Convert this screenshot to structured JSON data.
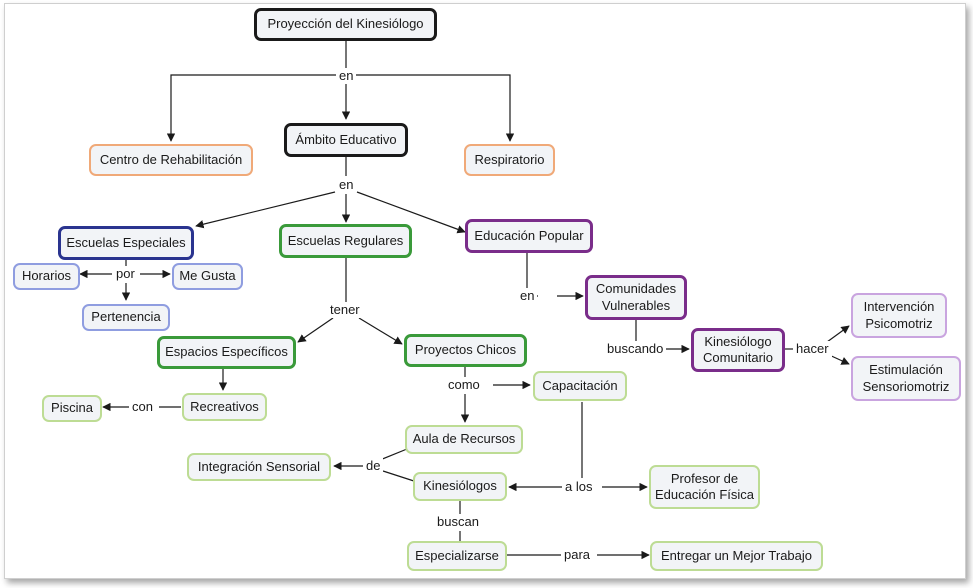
{
  "nodes": {
    "proyeccion": "Proyección del Kinesiólogo",
    "ambito": "Ámbito Educativo",
    "centro": "Centro de Rehabilitación",
    "respiratorio": "Respiratorio",
    "esc_especiales": "Escuelas Especiales",
    "esc_regulares": "Escuelas Regulares",
    "educ_popular": "Educación Popular",
    "horarios": "Horarios",
    "me_gusta": "Me Gusta",
    "pertenencia": "Pertenencia",
    "comunidades": "Comunidades\nVulnerables",
    "kine_comunitario": "Kinesiólogo\nComunitario",
    "intervencion": "Intervención\nPsicomotriz",
    "estimulacion": "Estimulación\nSensoriomotriz",
    "espacios": "Espacios Específicos",
    "proyectos": "Proyectos Chicos",
    "recreativos": "Recreativos",
    "piscina": "Piscina",
    "capacitacion": "Capacitación",
    "aula": "Aula de Recursos",
    "integracion": "Integración Sensorial",
    "kinesiologos": "Kinesiólogos",
    "profesor": "Profesor de\nEducación Física",
    "especializarse": "Especializarse",
    "entregar": "Entregar un Mejor Trabajo"
  },
  "links": {
    "en_1": "en",
    "en_2": "en",
    "por": "por",
    "en_3": "en",
    "buscando": "buscando",
    "hacer": "hacer",
    "tener": "tener",
    "con": "con",
    "como": "como",
    "de": "de",
    "a_los": "a los",
    "buscan": "buscan",
    "para": "para"
  },
  "colors": {
    "black": "#1a1a1a",
    "orange": "#f0a978",
    "navy": "#2a348f",
    "blue": "#8f9de0",
    "green": "#3a9a3a",
    "light_green": "#bddc94",
    "purple": "#7a2d8a",
    "light_purple": "#c9a4df",
    "node_fill": "#f2f4f7"
  }
}
